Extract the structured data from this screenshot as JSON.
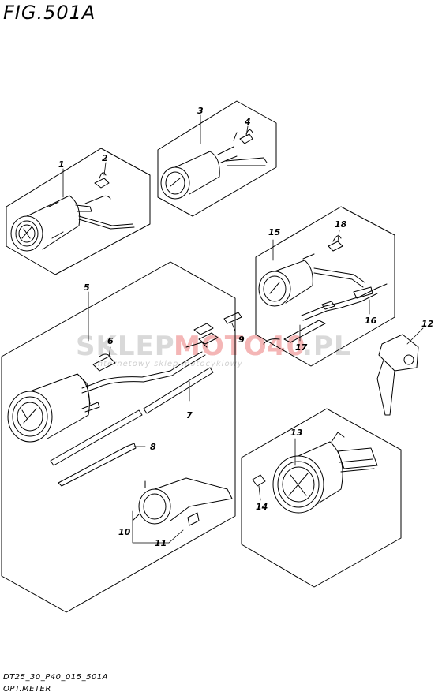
{
  "figure": {
    "title": "FIG.501A",
    "drawing_code": "DT25_30_P40_015_501A",
    "section_name": "OPT.METER"
  },
  "watermark": {
    "brand_left": "SKLEP",
    "brand_mid": "MOTO",
    "brand_num": "40",
    "brand_right": ".PL",
    "tagline": "internetowy sklep motocyklowy",
    "color_gray": "#d9d9d9",
    "color_red": "#f4b6b6"
  },
  "callouts": [
    "1",
    "2",
    "3",
    "4",
    "5",
    "6",
    "7",
    "8",
    "9",
    "10",
    "11",
    "12",
    "13",
    "14",
    "15",
    "16",
    "17",
    "18"
  ]
}
